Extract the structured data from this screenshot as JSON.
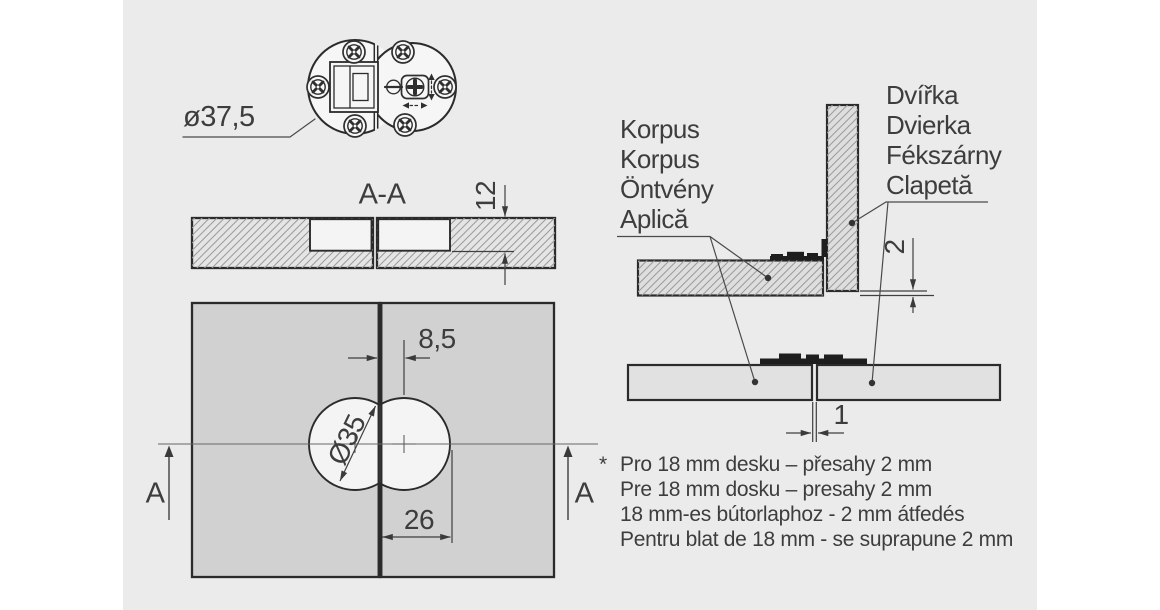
{
  "title_dimension": "ø37,5",
  "section": {
    "title": "A-A",
    "marker": "A",
    "depth_dim": "12"
  },
  "plan": {
    "offset_dim": "8,5",
    "bore_dim": "Ø35",
    "edge_dim": "26"
  },
  "corner_view": {
    "overlay_dim": "2"
  },
  "flat_view": {
    "gap_dim": "1"
  },
  "labels": {
    "carcass": [
      "Korpus",
      "Korpus",
      "Öntvény",
      "Aplică"
    ],
    "door": [
      "Dvířka",
      "Dvierka",
      "Fékszárny",
      "Clapetă"
    ]
  },
  "footnote": {
    "marker": "*",
    "lines": [
      "Pro 18 mm desku – přesahy 2 mm",
      "Pre 18 mm dosku – presahy 2 mm",
      "18 mm-es bútorlaphoz - 2 mm átfedés",
      "Pentru blat de 18 mm - se suprapune 2 mm"
    ]
  },
  "colors": {
    "canvas": "#ebebeb",
    "panel": "#d1d1d1",
    "hatch_fill": "#e2e2e2",
    "hatch_line": "#9b9b9b",
    "ink": "#2b2b2b",
    "text": "#3d3d3d",
    "white_part": "#f4f4f4",
    "hinge_black": "#1e1e1e"
  }
}
